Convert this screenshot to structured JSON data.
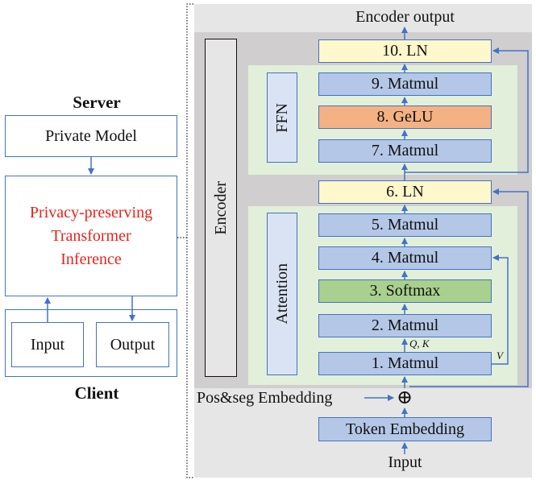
{
  "client_server": {
    "server_label": "Server",
    "private_model": "Private Model",
    "inference": [
      "Privacy-preserving",
      "Transformer",
      "Inference"
    ],
    "input": "Input",
    "output": "Output",
    "client_label": "Client"
  },
  "encoder": {
    "output_label": "Encoder output",
    "encoder_label": "Encoder",
    "ffn_label": "FFN",
    "attention_label": "Attention",
    "steps": {
      "ln10": "10. LN",
      "matmul9": "9. Matmul",
      "gelu8": "8. GeLU",
      "matmul7": "7. Matmul",
      "ln6": "6. LN",
      "matmul5": "5. Matmul",
      "matmul4": "4. Matmul",
      "softmax3": "3. Softmax",
      "matmul2": "2. Matmul",
      "matmul1": "1. Matmul"
    },
    "qk_label": "Q, K",
    "v_label": "V",
    "oplus": "⊕",
    "pos_seg": "Pos&seg Embedding",
    "token_embedding": "Token Embedding",
    "input_label": "Input"
  },
  "colors": {
    "arrow": "#4472c4",
    "inference_text": "#e8231c",
    "panel_bg": "#e7e6e6",
    "encoder_bg": "#d0cece",
    "subblock_bg": "#e2efda"
  }
}
